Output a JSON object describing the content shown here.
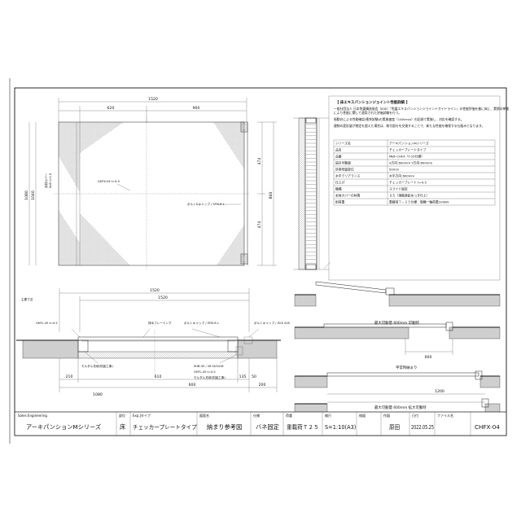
{
  "plan": {
    "dims": {
      "total_width": "1520",
      "left": "620",
      "right": "900",
      "total_height": "1080",
      "height_inner": "1040",
      "right_total": "860",
      "right_upper": "474",
      "right_lower": "474"
    },
    "labels": {
      "center": "GHFX-04 t=4.5",
      "bolt": "ボルト&キャップ / SFM-8 L",
      "cover_note": "床材カバー",
      "cover_note2": "SUS t=1.5"
    }
  },
  "section": {
    "label_left": "主要寸法",
    "dims": {
      "total_top": "1520",
      "inner_top": "1520",
      "b1": "210",
      "b2": "610",
      "b3": "135",
      "b4": "50",
      "b5": "1080",
      "b6": "600",
      "b7": "200"
    },
    "labels": {
      "a": "GHFL-45 t=4.5",
      "b": "排水フレーミング",
      "c": "ボルトキャップ / SFM-8 L",
      "d": "ボルトキャップ / SUS 416",
      "e": "モルタル充填(別途工事)",
      "f": "SHB-45 / 26 SUS416",
      "g": "GHFL-45 t=4.5",
      "h": "モルタル充填(別途工事)"
    }
  },
  "right_views": {
    "cap1": "最大可動量 600mm 可動時",
    "cap2": "平常時納まり",
    "cap3": "最大可動量 600mm 拡大可動時",
    "dim1": "600",
    "dim2": "1200"
  },
  "spec": {
    "title": "【 床エキスパンションジョイント性能詳細 】",
    "intro": [
      "一般社団法人 日本免震構造協会（JSSI）『免震エキスパンションジョイントガイドライン』の性能評価を基に床に、実際の挙動",
      "により性能に関して適用された評価試験を行う。",
      "振動台による性能確認(衝突試験)の実施速度（140cm/s）の記録で実施し、対応を確認する。",
      "建物の変形量が想定を超えた場合は、取付部分を交換することで、新たな性能を確保する仕組みとなります。"
    ],
    "rows": [
      {
        "k": "シリーズ名",
        "v": "アーキパンションMシリーズ"
      },
      {
        "k": "品名",
        "v": "チェッカープレートタイプ"
      },
      {
        "k": "品番",
        "v": "MBF-CHFX（T-25仕様）"
      },
      {
        "k": "設計可動量",
        "v": "X方向:600mm  Y方向:600mm"
      },
      {
        "k": "許容残留変位",
        "v": "50mm"
      },
      {
        "k": "水平クリアランス",
        "v": "水平方向:600mm"
      },
      {
        "k": "仕上げ",
        "v": "チェッカープレート t=4.5"
      },
      {
        "k": "機構",
        "v": "スライド固定"
      },
      {
        "k": "本体カバーの材質",
        "v": "ＳＳ（溶融亜鉛めっき仕上）"
      },
      {
        "k": "耐荷重",
        "v": "重載荷Ｔ－２５仕様：後輪一軸荷重100kN"
      }
    ]
  },
  "title_block": {
    "company": "Sales Engineering",
    "series": "アーキパンションMシリーズ",
    "cat_label": "部位",
    "cat": "床",
    "type_label": "Exp.Jタイプ",
    "type": "チェッカープレートタイプ",
    "drawing_label": "図面名",
    "drawing": "納まり参考図",
    "method_label": "仕様",
    "method": "バネ固定",
    "load_label": "荷重",
    "load": "重載荷Ｔ２５",
    "scale_label": "縮尺",
    "scale": "S=1:10(A3)",
    "check_label": "検図",
    "check": "",
    "author_label": "作図",
    "author": "原田",
    "date_label": "日付",
    "date": "2022.05.25",
    "file_label": "ファイル名",
    "file": "CHFX-04"
  },
  "colors": {
    "line": "#222222",
    "hatch": "#888888",
    "ground": "#cfcfcf"
  }
}
